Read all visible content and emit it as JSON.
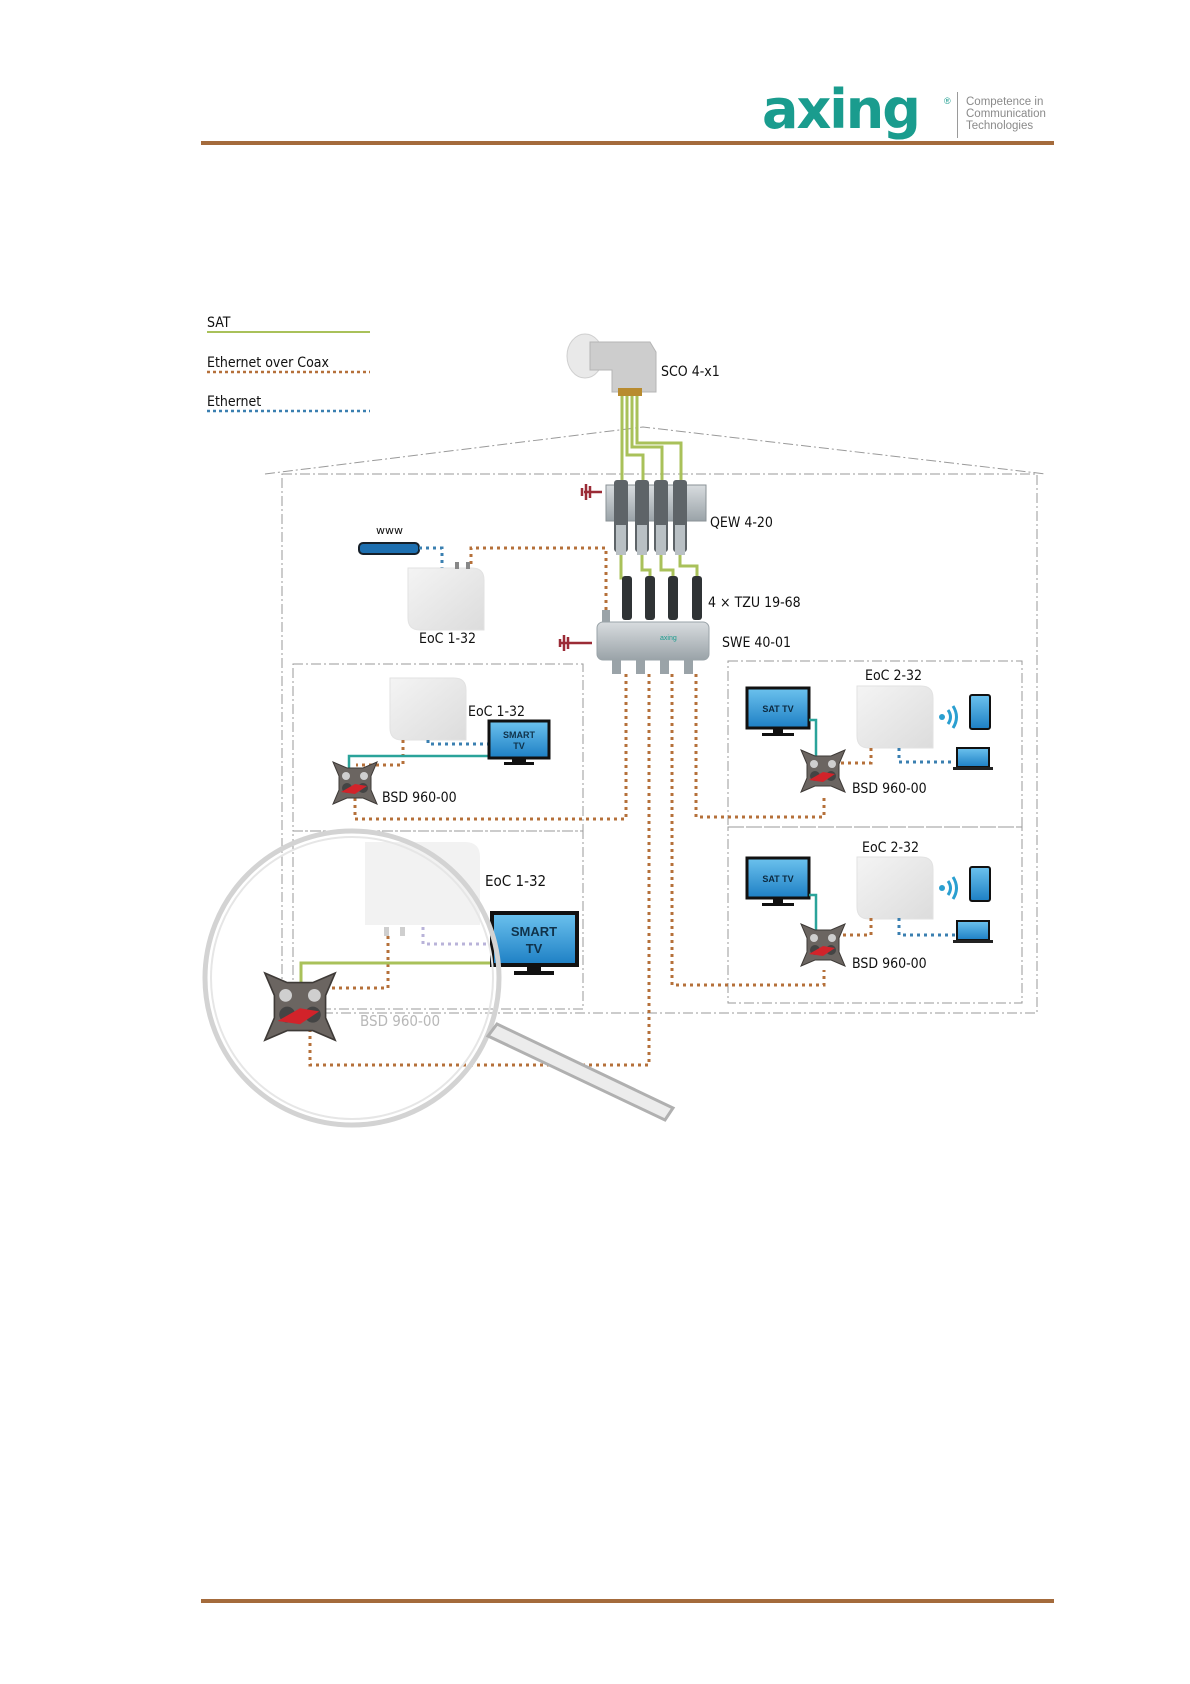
{
  "header": {
    "logo_text": "axing",
    "logo_registered": "®",
    "tagline": [
      "Competence in",
      "Communication",
      "Technologies"
    ]
  },
  "colors": {
    "brand": "#1a9c8e",
    "rule": "#a46b3c",
    "sat": "#a9c15a",
    "eoc": "#b5703a",
    "ethernet": "#3a7fb0",
    "teal_cable": "#2aa39a",
    "ground": "#9b2b36"
  },
  "legend": {
    "items": [
      {
        "label": "SAT",
        "style": "solid",
        "color_key": "sat"
      },
      {
        "label": "Ethernet over Coax",
        "style": "dotted",
        "color_key": "eoc"
      },
      {
        "label": "Ethernet",
        "style": "dotted",
        "color_key": "ethernet"
      }
    ]
  },
  "devices": {
    "lnb": "SCO 4-x1",
    "ground_block": "QEW 4-20",
    "filters": "4 × TZU 19-68",
    "switch": "SWE 40-01",
    "router": "www",
    "eoc_master": "EoC 1-32",
    "room1": {
      "eoc": "EoC 1-32",
      "tv": [
        "SMART",
        "TV"
      ],
      "socket": "BSD 960-00"
    },
    "room2": {
      "eoc": "EoC 2-32",
      "tv": "SAT TV",
      "socket": "BSD 960-00"
    },
    "room3": {
      "eoc": "EoC 1-32",
      "tv": [
        "SMART",
        "TV"
      ],
      "socket": "BSD 960-00"
    },
    "room4": {
      "eoc": "EoC 2-32",
      "tv": "SAT TV",
      "socket": "BSD 960-00"
    }
  }
}
